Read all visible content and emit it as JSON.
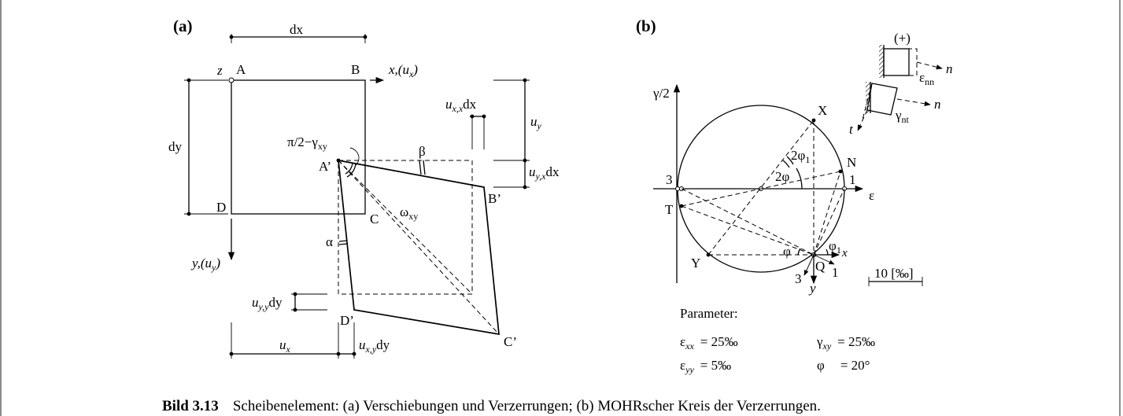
{
  "panel_a": {
    "label": "(a)",
    "dx": "dx",
    "dy": "dy",
    "z": "z",
    "A": "A",
    "B": "B",
    "C": "C",
    "D": "D",
    "A2": "A’",
    "B2": "B’",
    "C2": "C’",
    "D2": "D’",
    "x_axis": "x,(u",
    "x_axis_sub": "x",
    "x_axis_end": ")",
    "y_axis": "y,(u",
    "y_axis_sub": "y",
    "y_axis_end": ")",
    "angle_label": "π/2−γ",
    "angle_label_sub": "xy",
    "beta": "β",
    "alpha": "α",
    "omega": "ω",
    "omega_sub": "xy",
    "uxx": "u",
    "uxx_sub": "x,x",
    "uxx_end": "dx",
    "uy": "u",
    "uy_sub": "y",
    "uyx": "u",
    "uyx_sub": "y,x",
    "uyx_end": "dx",
    "uyy": "u",
    "uyy_sub": "y,y",
    "uyy_end": "dy",
    "ux": "u",
    "ux_sub": "x",
    "uxy": "u",
    "uxy_sub": "x,y",
    "uxy_end": "dy"
  },
  "panel_b": {
    "label": "(b)",
    "gamma_axis": "γ/2",
    "eps_axis": "ε",
    "X": "X",
    "Y": "Y",
    "N": "N",
    "T": "T",
    "Q": "Q",
    "one": "1",
    "three": "3",
    "two_phi1": "2φ",
    "two_phi1_sub": "1",
    "two_phi": "2φ",
    "phi": "φ",
    "phi1": "φ",
    "phi1_sub": "1",
    "x": "x",
    "y": "y",
    "one_q": "1",
    "three_q": "3",
    "scale": "10 [‰]",
    "plus": "(+)",
    "n1": "n",
    "n2": "n",
    "t": "t",
    "eps_nn": "ε",
    "eps_nn_sub": "nn",
    "gamma_nt": "γ",
    "gamma_nt_sub": "nt",
    "params_title": "Parameter:",
    "params": {
      "exx_sym": "ε",
      "exx_sub": "xx",
      "exx_val": "= 25‰",
      "eyy_sym": "ε",
      "eyy_sub": "yy",
      "eyy_val": "=   5‰",
      "gxy_sym": "γ",
      "gxy_sub": "xy",
      "gxy_val": "= 25‰",
      "phi_sym": "φ",
      "phi_val": "= 20°"
    }
  },
  "caption": {
    "number": "Bild 3.13",
    "text": "Scheibenelement: (a) Verschiebungen und Verzerrungen; (b) MOHRscher Kreis der Verzerrungen."
  }
}
